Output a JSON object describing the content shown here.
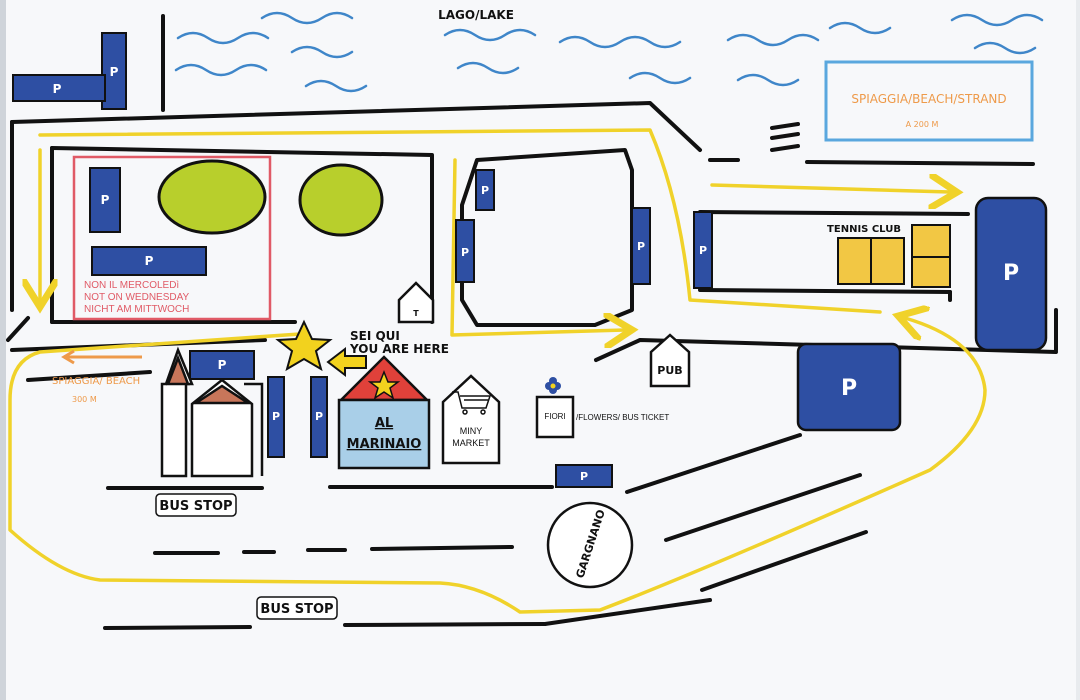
{
  "labels": {
    "lake": "LAGO/LAKE",
    "beach_main": "SPIAGGIA/BEACH/STRAND",
    "beach_main_distance": "A 200 M",
    "beach_left": "SPIAGGIA/ BEACH",
    "beach_left_distance": "300 M",
    "tennis_club": "TENNIS CLUB",
    "you_are_here_it": "SEI QUI",
    "you_are_here_en": "YOU ARE HERE",
    "restaurant_line1": "AL",
    "restaurant_line2": "MARINAIO",
    "market_line1": "MINY",
    "market_line2": "MARKET",
    "flowers_shop": "FIORI",
    "flowers_suffix": "/FLOWERS/  BUS TICKET",
    "pub": "PUB",
    "town": "GARGNANO",
    "bus_stop_1": "BUS STOP",
    "bus_stop_2": "BUS STOP",
    "market_note_it": "NON IL MERCOLEDì",
    "market_note_en": "NOT ON WEDNESDAY",
    "market_note_de": "NICHT AM MITTWOCH",
    "toilet": "T",
    "parking": "P"
  },
  "colors": {
    "paper": "#f7f8fa",
    "road": "#111111",
    "route": "#f0d22a",
    "parking": "#2e4fa3",
    "lake": "#3f86c9",
    "beach_box": "#5aa7de",
    "beach_text": "#ee9a4a",
    "market_zone": "#e05a66",
    "field": "#b8cf2c",
    "tennis": "#f2c744",
    "restaurant": "#a9cfe8",
    "roof": "#e0413a",
    "star": "#f2d21e",
    "building_roof": "#c8765a"
  }
}
